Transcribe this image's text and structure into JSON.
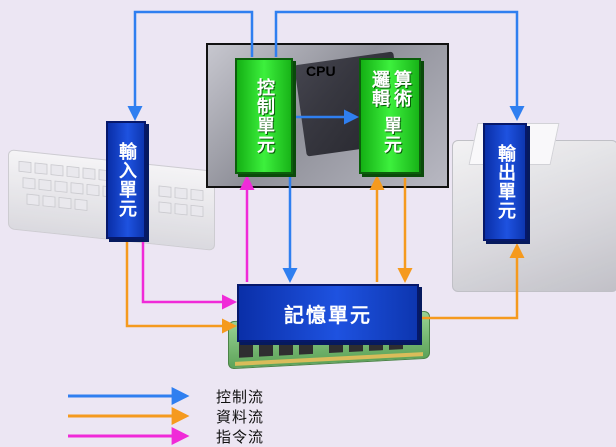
{
  "cpu": {
    "label": "CPU"
  },
  "units": {
    "input": "輸入單元",
    "control": "控制單元",
    "alu_col1": "算術",
    "alu_col2": "邏輯",
    "alu_col3": "單元",
    "output": "輸出單元",
    "memory": "記憶單元"
  },
  "legend": {
    "control_flow": "控制流",
    "data_flow": "資料流",
    "instruction_flow": "指令流"
  },
  "colors": {
    "control_flow": "#2f7ff0",
    "data_flow": "#f59a1e",
    "instruction_flow": "#f02ad8",
    "unit_blue": "#1546d0",
    "unit_green": "#2ee02e"
  },
  "icons": {
    "keyboard": "keyboard-icon",
    "printer": "printer-icon",
    "memory_module": "ram-module-icon",
    "cpu_chip": "cpu-chip-icon"
  }
}
